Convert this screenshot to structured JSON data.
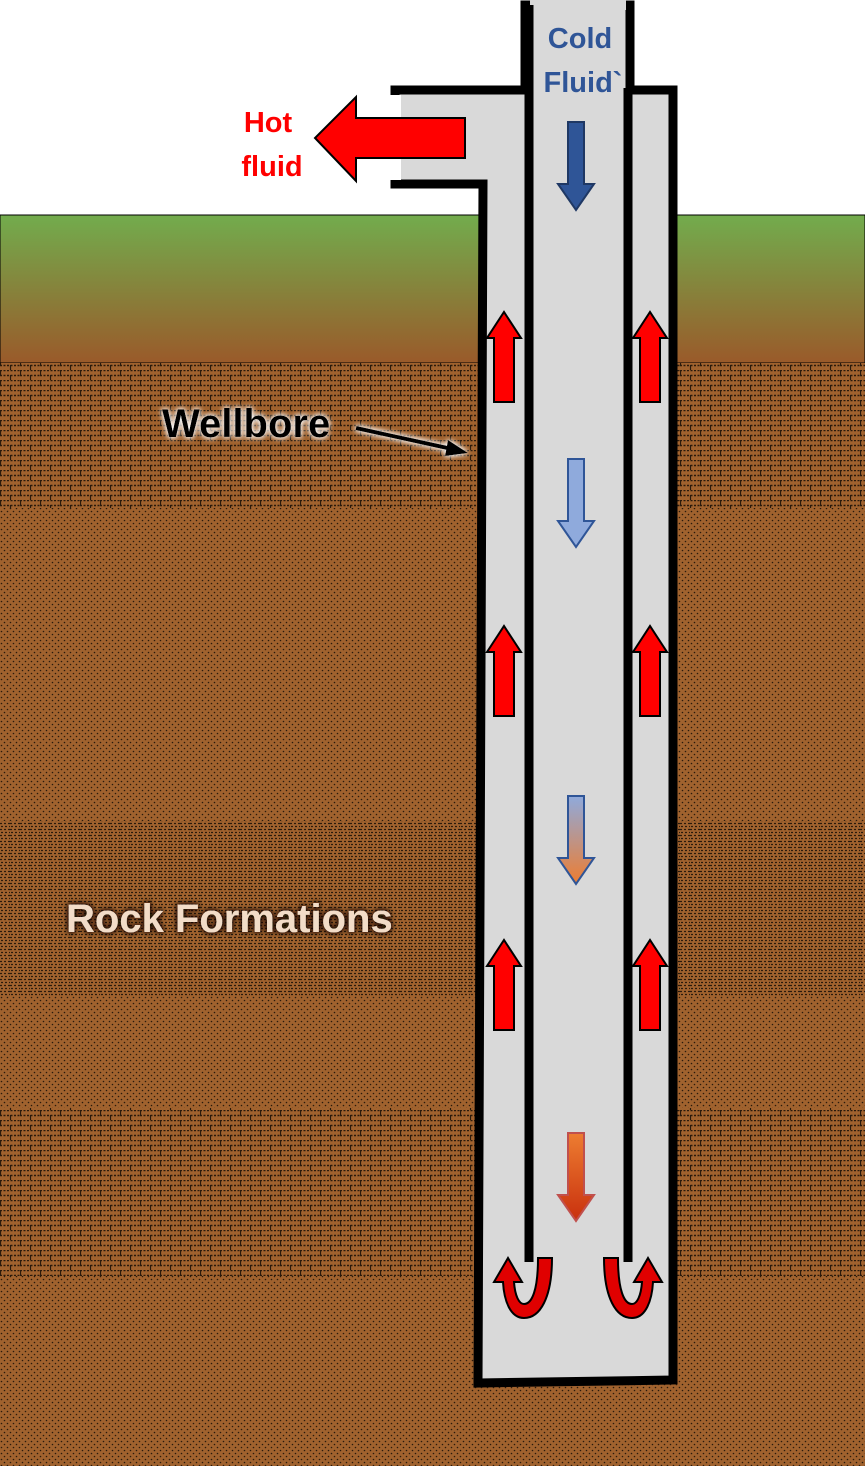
{
  "labels": {
    "cold_fluid_line1": "Cold",
    "cold_fluid_line2": "Fluid`",
    "hot_fluid_line1": "Hot",
    "hot_fluid_line2": "fluid",
    "wellbore": "Wellbore",
    "rock_formations": "Rock Formations"
  },
  "colors": {
    "sky": "#ffffff",
    "grass_top": "#72ac4d",
    "soil_bottom": "#9a5a2a",
    "rock": "#a0622e",
    "rock_dots": "#2a1a0c",
    "pipe_fill": "#d9d9d9",
    "pipe_outline": "#000000",
    "hot_red": "#ff0000",
    "cold_blue": "#2f5597",
    "light_blue": "#8faadc",
    "orange": "#ed7d31",
    "rock_label": "#f2dcc8",
    "cold_label": "#2f5597",
    "hot_label": "#ff0000"
  },
  "icons": {
    "up_arrow": "red-up-arrow-icon",
    "down_arrow": "down-arrow-icon",
    "hot_outlet": "left-arrow-icon",
    "u_turn": "u-turn-arrow-icon"
  }
}
